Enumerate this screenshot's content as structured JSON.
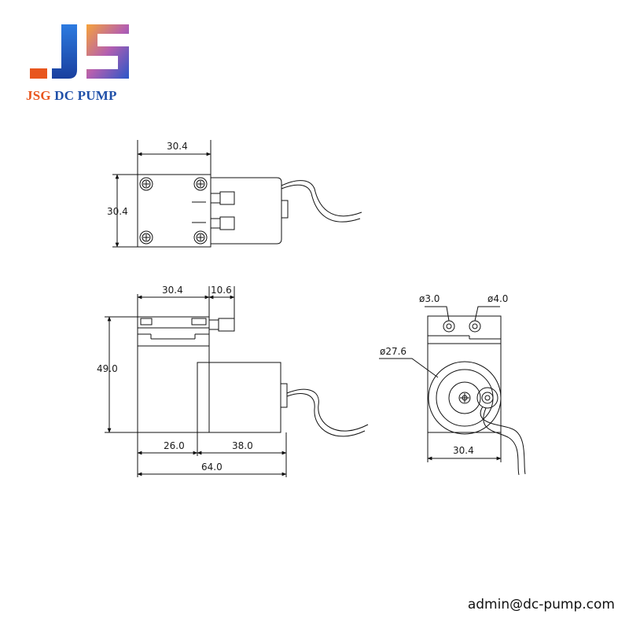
{
  "brand": {
    "logo_letters": "JS",
    "name_part1": "JSG",
    "name_part2": "DC PUMP",
    "colors": {
      "orange": "#e8561e",
      "blue": "#1f4fa8",
      "gradient_light": "#f4a53a",
      "gradient_dark": "#2357c4"
    }
  },
  "drawing": {
    "top_view": {
      "width_dim": "30.4",
      "height_dim": "30.4"
    },
    "side_view": {
      "head_width_dim": "30.4",
      "outlet_dim": "10.6",
      "height_dim": "49.0",
      "head_length_dim": "26.0",
      "motor_length_dim": "38.0",
      "total_length_dim": "64.0"
    },
    "end_view": {
      "hole_small_dim": "ø3.0",
      "hole_large_dim": "ø4.0",
      "motor_diameter_dim": "ø27.6",
      "width_dim": "30.4"
    }
  },
  "contact": {
    "email": "admin@dc-pump.com"
  }
}
